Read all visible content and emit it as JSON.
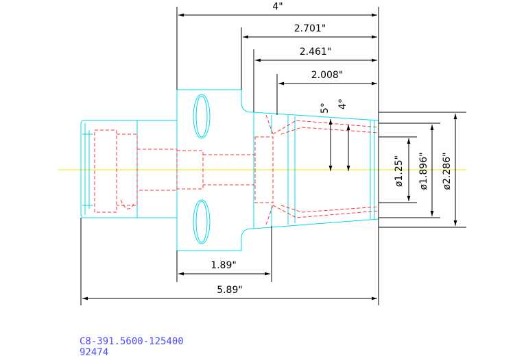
{
  "dimensions": {
    "overall_top": "4\"",
    "d_2701": "2.701\"",
    "d_2461": "2.461\"",
    "d_2008": "2.008\"",
    "angle_5": "5°",
    "angle_4": "4°",
    "dia_125": "ø1.25\"",
    "dia_1896": "ø1.896\"",
    "dia_2286": "ø2.286\"",
    "d_189": "1.89\"",
    "d_589": "5.89\""
  },
  "part": {
    "number": "C8-391.5600-125400",
    "code": "92474"
  },
  "colors": {
    "outline": "#00d8e8",
    "hidden": "#ff3030",
    "centerline": "#e8e800",
    "dimension": "#000000",
    "label": "#4a4aff"
  }
}
